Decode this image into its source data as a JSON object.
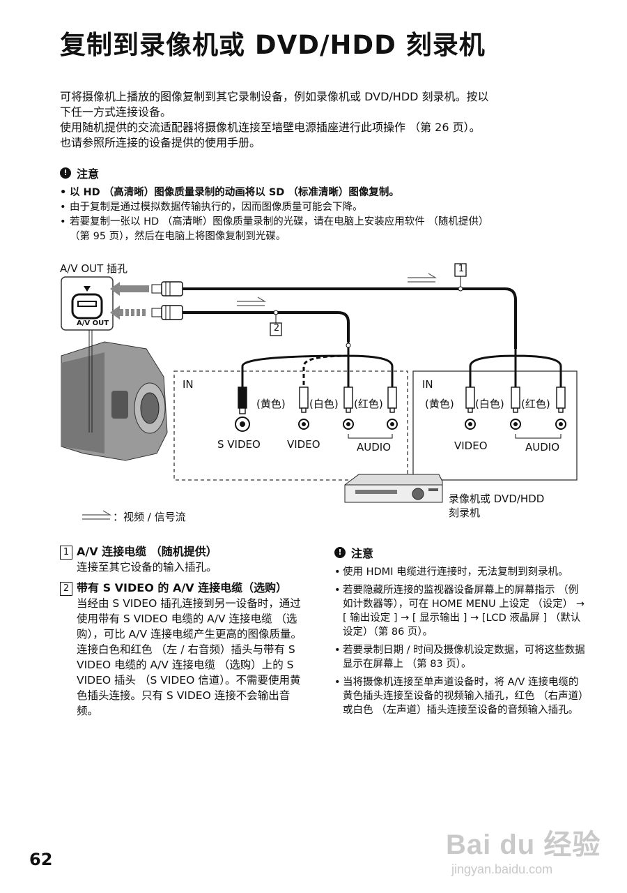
{
  "page": {
    "title": "复制到录像机或 DVD/HDD 刻录机",
    "intro": [
      "可将摄像机上播放的图像复制到其它录制设备，例如录像机或 DVD/HDD 刻录机。按以",
      "下任一方式连接设备。",
      "使用随机提供的交流适配器将摄像机连接至墙壁电源插座进行此项操作 （第 26 页）。",
      "也请参照所连接的设备提供的使用手册。"
    ],
    "page_number": "62"
  },
  "caution_top": {
    "heading": "注意",
    "items": [
      "以 HD （高清晰）图像质量录制的动画将以 SD （标准清晰）图像复制。",
      "由于复制是通过模拟数据传输执行的，因而图像质量可能会下降。",
      "若要复制一张以 HD （高清晰）图像质量录制的光碟，请在电脑上安装应用软件 （随机提供）",
      "（第 95 页），然后在电脑上将图像复制到光碟。"
    ]
  },
  "diagram": {
    "av_out_jack_label": "A/V OUT 插孔",
    "av_out_small": "A/V OUT",
    "marker_1": "1",
    "marker_2": "2",
    "in_left": "IN",
    "in_right": "IN",
    "yellow": "(黄色)",
    "white": "(白色)",
    "red": "(红色)",
    "svideo": "S VIDEO",
    "video_left": "VIDEO",
    "audio_left": "AUDIO",
    "video_right": "VIDEO",
    "audio_right": "AUDIO",
    "recorder_line1": "录像机或 DVD/HDD",
    "recorder_line2": "刻录机",
    "legend": "：视频 / 信号流"
  },
  "cables": [
    {
      "number": "1",
      "head": "A/V 连接电缆 （随机提供）",
      "body": "连接至其它设备的输入插孔。"
    },
    {
      "number": "2",
      "head": "带有 S VIDEO 的 A/V 连接电缆（选购）",
      "body": "当经由 S VIDEO 插孔连接到另一设备时，通过使用带有 S VIDEO 电缆的 A/V 连接电缆 （选购），可比 A/V 连接电缆产生更高的图像质量。连接白色和红色 （左 / 右音频）插头与带有 S VIDEO 电缆的 A/V 连接电缆 （选购）上的 S VIDEO 插头 （S VIDEO 信道）。不需要使用黄色插头连接。只有 S VIDEO 连接不会输出音频。"
    }
  ],
  "caution_right": {
    "heading": "注意",
    "items": [
      "使用 HDMI 电缆进行连接时，无法复制到刻录机。",
      "若要隐藏所连接的监视器设备屏幕上的屏幕指示 （例如计数器等），可在 HOME MENU 上设定 （设定） → [ 输出设定 ] → [ 显示输出 ] → [LCD 液晶屏 ] （默认设定）（第 86 页）。",
      "若要录制日期 / 时间及摄像机设定数据，可将这些数据显示在屏幕上 （第 83 页）。",
      "当将摄像机连接至单声道设备时，将 A/V 连接电缆的黄色插头连接至设备的视频输入插孔，红色 （右声道）或白色 （左声道）插头连接至设备的音频输入插孔。"
    ]
  },
  "watermark": {
    "brand": "Bai du 经验",
    "url": "jingyan.baidu.com"
  }
}
